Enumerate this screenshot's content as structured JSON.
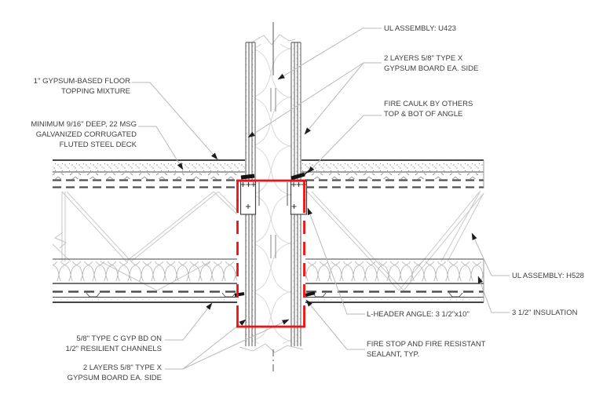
{
  "labels": {
    "ul_u423": "UL ASSEMBLY: U423",
    "two_layers_top": [
      "2 LAYERS 5/8\" TYPE X",
      "GYPSUM BOARD EA. SIDE"
    ],
    "fire_caulk": [
      "FIRE CAULK BY OTHERS",
      "TOP & BOT OF ANGLE"
    ],
    "floor_topping": [
      "1\" GYPSUM-BASED FLOOR",
      "TOPPING MIXTURE"
    ],
    "steel_deck": [
      "MINIMUM 9/16\" DEEP, 22 MSG",
      "GALVANIZED CORRUGATED",
      "FLUTED STEEL DECK"
    ],
    "ul_h528": "UL ASSEMBLY: H528",
    "insulation": "3 1/2\" INSULATION",
    "l_header": "L-HEADER ANGLE: 3 1/2\"x10\"",
    "fire_stop": [
      "FIRE STOP AND FIRE RESISTANT",
      "SEALANT, TYP."
    ],
    "type_c": [
      "5/8\" TYPE C GYP BD ON",
      "1/2\" RESILIENT CHANNELS"
    ],
    "two_layers_bottom": [
      "2 LAYERS 5/8\" TYPE X",
      "GYPSUM BOARD EA. SIDE"
    ]
  },
  "colors": {
    "highlight_red": "#EE1212",
    "line_dark": "#454545",
    "line_light": "#C9C9C9",
    "leader_gray": "#B9B9B9",
    "text": "#3D3D3D",
    "background": "#FFFFFF"
  }
}
